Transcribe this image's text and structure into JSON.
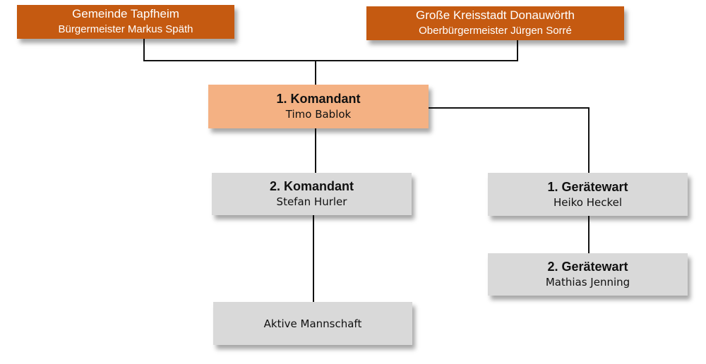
{
  "nodes": {
    "tapfheim": {
      "title": "Gemeinde Tapfheim",
      "subtitle": "Bürgermeister Markus Späth"
    },
    "donauwoerth": {
      "title": "Große Kreisstadt Donauwörth",
      "subtitle": "Oberbürgermeister Jürgen Sorré"
    },
    "kommandant1": {
      "title": "1. Komandant",
      "subtitle": "Timo Bablok"
    },
    "kommandant2": {
      "title": "2. Komandant",
      "subtitle": "Stefan Hurler"
    },
    "geraetewart1": {
      "title": "1. Gerätewart",
      "subtitle": "Heiko Heckel"
    },
    "geraetewart2": {
      "title": "2. Gerätewart",
      "subtitle": "Mathias Jenning"
    },
    "mannschaft": {
      "title": "Aktive Mannschaft"
    }
  },
  "colors": {
    "dark": "#c55a11",
    "light": "#f4b183",
    "gray": "#d9d9d9"
  }
}
